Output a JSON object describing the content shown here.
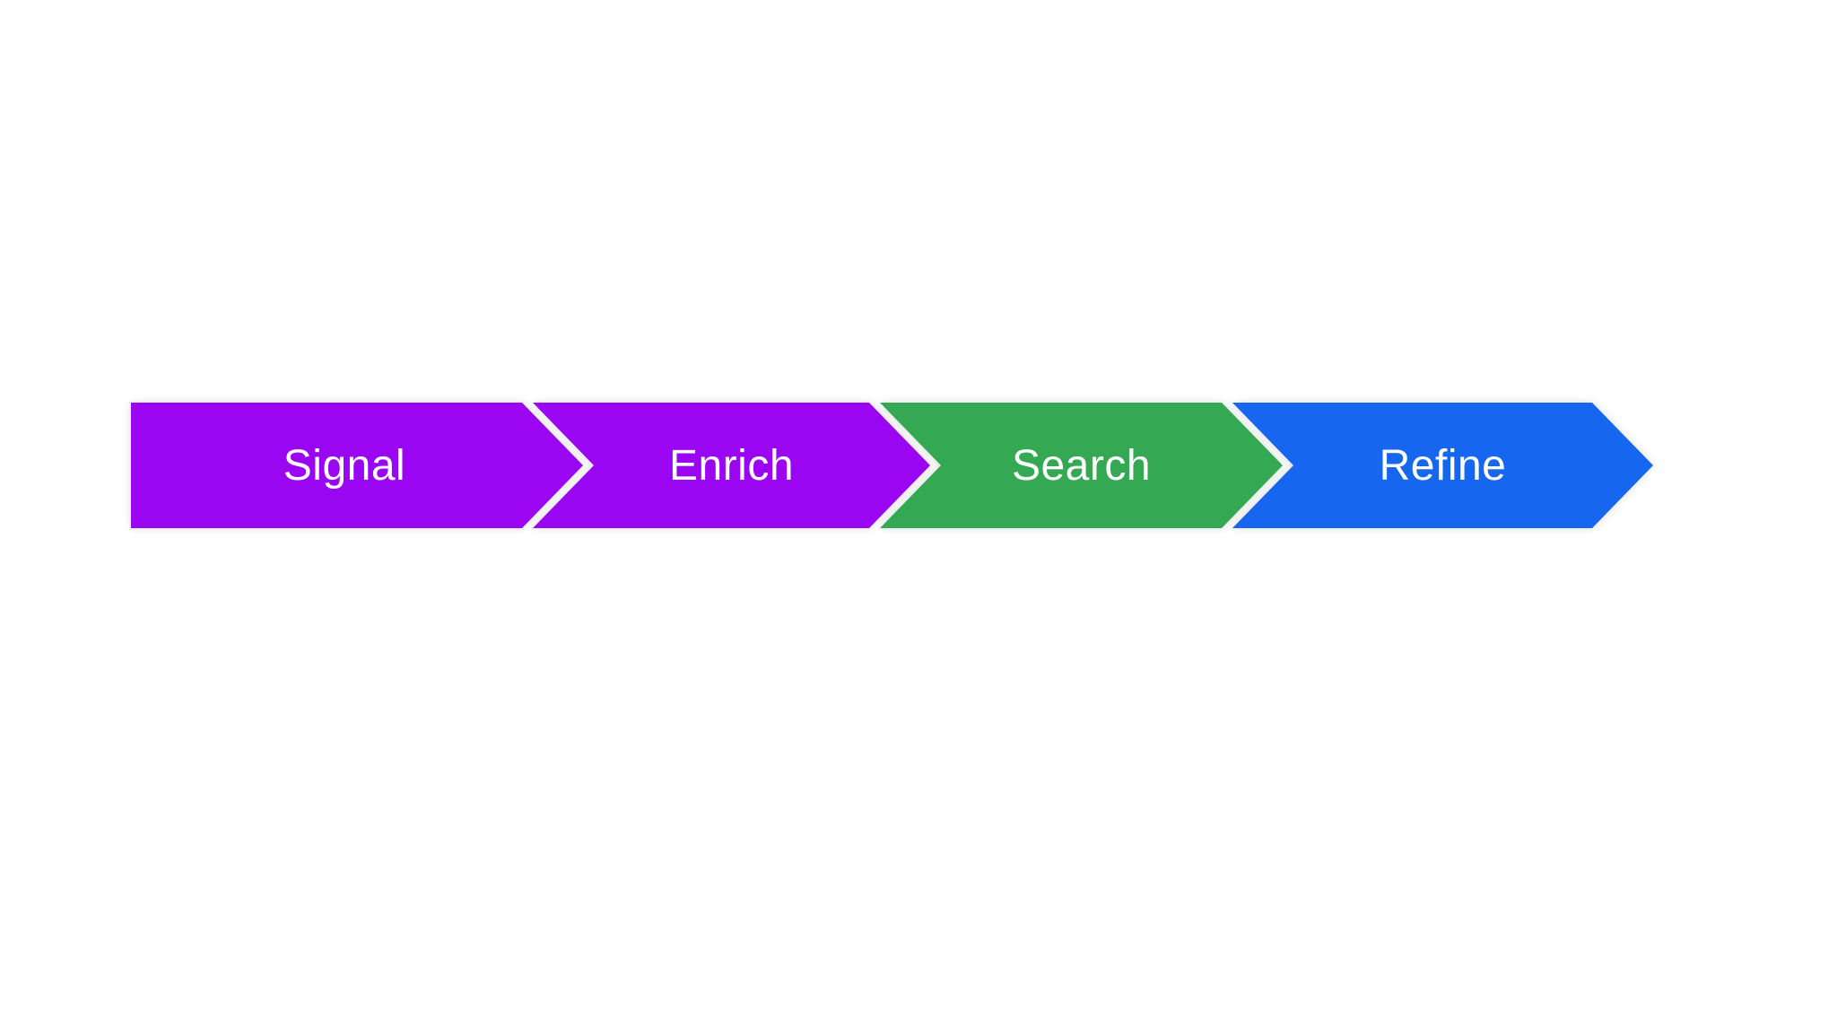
{
  "diagram": {
    "type": "process-flow-chevron",
    "direction": "left-to-right",
    "page_background": "#ffffff",
    "label_text_color": "#ffffff",
    "separator_color": "#ffffff",
    "steps": [
      {
        "label": "Signal",
        "color": "#9b06f2"
      },
      {
        "label": "Enrich",
        "color": "#9b06f2"
      },
      {
        "label": "Search",
        "color": "#34a853"
      },
      {
        "label": "Refine",
        "color": "#1666ef"
      }
    ]
  }
}
